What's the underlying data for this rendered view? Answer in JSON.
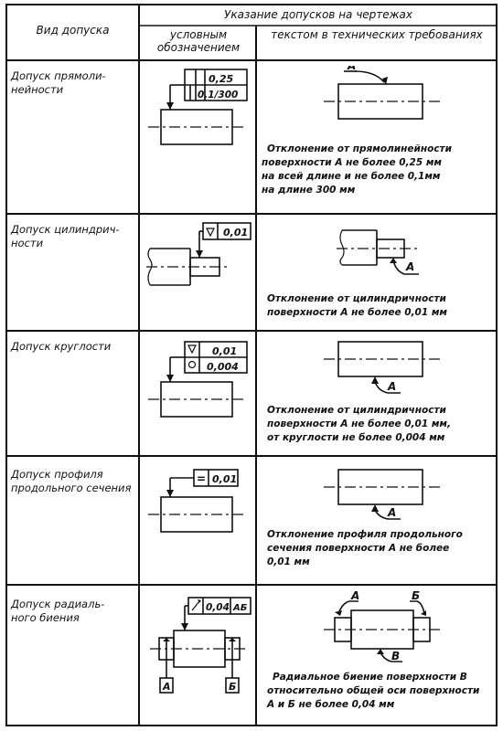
{
  "header": {
    "col_kind": "Вид допуска",
    "col_group": "Указание допусков на чертежах",
    "col_symbolic": "условным обозначением",
    "col_text": "текстом в технических требованиях"
  },
  "rows": [
    {
      "kind": "Допуск прямолинейности",
      "kind_line1": "Допуск прямоли-",
      "kind_line2": "нейности",
      "tol_values": [
        "0,25",
        "0,1/300"
      ],
      "surface_label": "А",
      "requirement_lines": [
        "Отклонение от прямолинейности",
        "поверхности А не более 0,25 мм",
        "на всей длине и не более 0,1мм",
        "на длине 300 мм"
      ]
    },
    {
      "kind_line1": "Допуск цилиндрич-",
      "kind_line2": "ности",
      "tol_symbol": "cylindricity-symbol",
      "tol_values": [
        "0,01"
      ],
      "surface_label": "А",
      "requirement_lines": [
        "Отклонение от цилиндричности",
        "поверхности А не более 0,01 мм"
      ]
    },
    {
      "kind_line1": "Допуск круглости",
      "tol_symbols": [
        "cylindricity-symbol",
        "roundness-symbol"
      ],
      "tol_values": [
        "0,01",
        "0,004"
      ],
      "surface_label": "А",
      "requirement_lines": [
        "Отклонение от цилиндричности",
        "поверхности А не более 0,01 мм,",
        "от круглости не более 0,004 мм"
      ]
    },
    {
      "kind_line1": "Допуск профиля",
      "kind_line2": "продольного сечения",
      "tol_symbol": "longitudinal-profile-symbol",
      "tol_symbol_text": "=",
      "tol_values": [
        "0,01"
      ],
      "surface_label": "А",
      "requirement_lines": [
        "Отклонение профиля продольного",
        "сечения поверхности А не более",
        "0,01 мм"
      ]
    },
    {
      "kind_line1": "Допуск радиаль-",
      "kind_line2": "ного биения",
      "tol_symbol": "runout-arrow-symbol",
      "tol_values": [
        "0,04"
      ],
      "datum_ref": "АБ",
      "datum_a": "А",
      "datum_b": "Б",
      "surface_label": "В",
      "requirement_lines": [
        "Радиальное биение поверхности В",
        "относительно общей оси поверхности",
        "А и Б не более 0,04 мм"
      ]
    }
  ]
}
